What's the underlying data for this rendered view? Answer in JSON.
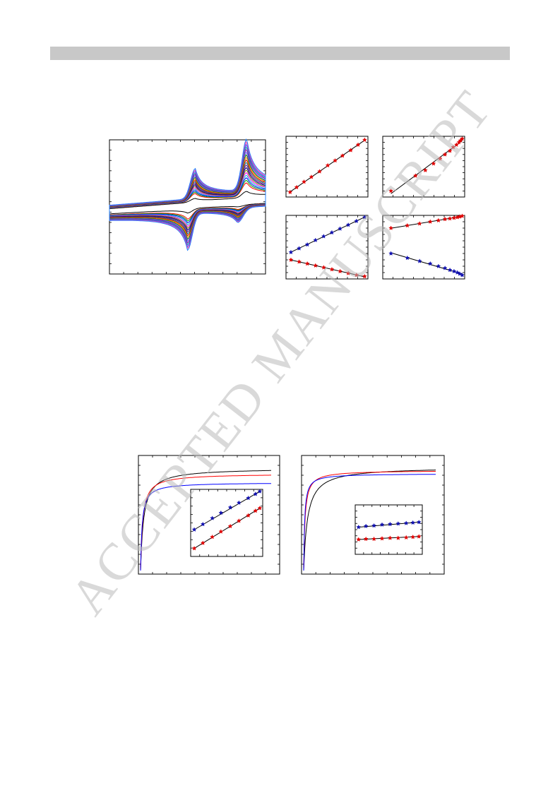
{
  "watermark": "ACCEPTED MANUSCRIPT",
  "colors": {
    "frame": "#000000",
    "fit_line": "#000000",
    "red": "#ff0000",
    "blue": "#0000ff",
    "marker_red": "#e00000",
    "marker_blue": "#1010b0",
    "cv_palette": [
      "#000000",
      "#ff0000",
      "#00a000",
      "#0000ff",
      "#00cccc",
      "#ff00ff",
      "#808000",
      "#000080",
      "#800080",
      "#008080",
      "#c00000",
      "#ff8000",
      "#008000",
      "#6060ff",
      "#a000a0",
      "#00a0a0",
      "#4040ff",
      "#ff40a0",
      "#2080ff"
    ]
  },
  "chart_data": [
    {
      "id": "cv-voltammograms",
      "type": "line",
      "series_count": 19,
      "x": {
        "range": [
          -0.1,
          0.9
        ]
      },
      "y": {
        "range": [
          -1.0,
          1.0
        ]
      },
      "peaks": {
        "anodic_1": 0.45,
        "anodic_2": 0.78,
        "cathodic_1": 0.4,
        "cathodic_2": 0.72
      },
      "grid": false
    },
    {
      "id": "linear-fit-a",
      "type": "scatter",
      "series": [
        {
          "color": "red",
          "marker": "star",
          "x": [
            0.05,
            0.13,
            0.22,
            0.31,
            0.41,
            0.51,
            0.6,
            0.69,
            0.79,
            0.88,
            0.96
          ],
          "y": [
            0.08,
            0.16,
            0.25,
            0.33,
            0.42,
            0.52,
            0.6,
            0.68,
            0.77,
            0.86,
            0.94
          ]
        }
      ],
      "fit": [
        [
          0.05,
          0.07
        ],
        [
          0.96,
          0.95
        ]
      ]
    },
    {
      "id": "linear-fit-b",
      "type": "scatter",
      "series": [
        {
          "color": "red",
          "marker": "star",
          "x": [
            0.1,
            0.4,
            0.52,
            0.62,
            0.7,
            0.76,
            0.82,
            0.86,
            0.9,
            0.93,
            0.95,
            0.97
          ],
          "y": [
            0.1,
            0.35,
            0.44,
            0.55,
            0.63,
            0.7,
            0.76,
            0.82,
            0.86,
            0.9,
            0.93,
            0.96
          ]
        }
      ],
      "fit": [
        [
          0.15,
          0.12
        ],
        [
          0.95,
          0.95
        ]
      ]
    },
    {
      "id": "two-series-fit-a",
      "type": "scatter",
      "series": [
        {
          "color": "blue",
          "marker": "star",
          "x": [
            0.06,
            0.16,
            0.26,
            0.36,
            0.46,
            0.56,
            0.66,
            0.76,
            0.86,
            0.96
          ],
          "y": [
            0.42,
            0.48,
            0.54,
            0.61,
            0.67,
            0.73,
            0.79,
            0.85,
            0.91,
            0.97
          ]
        },
        {
          "color": "red",
          "marker": "star",
          "x": [
            0.06,
            0.16,
            0.26,
            0.36,
            0.46,
            0.56,
            0.66,
            0.76,
            0.86,
            0.96
          ],
          "y": [
            0.3,
            0.27,
            0.24,
            0.21,
            0.18,
            0.15,
            0.12,
            0.09,
            0.06,
            0.04
          ]
        }
      ]
    },
    {
      "id": "two-series-fit-b",
      "type": "scatter",
      "series": [
        {
          "color": "red",
          "marker": "star",
          "x": [
            0.1,
            0.3,
            0.45,
            0.58,
            0.68,
            0.76,
            0.82,
            0.87,
            0.91,
            0.94,
            0.97
          ],
          "y": [
            0.8,
            0.84,
            0.87,
            0.9,
            0.92,
            0.94,
            0.95,
            0.96,
            0.97,
            0.98,
            0.99
          ]
        },
        {
          "color": "blue",
          "marker": "star",
          "x": [
            0.1,
            0.3,
            0.45,
            0.58,
            0.68,
            0.76,
            0.82,
            0.87,
            0.91,
            0.94,
            0.97
          ],
          "y": [
            0.4,
            0.33,
            0.28,
            0.24,
            0.2,
            0.17,
            0.14,
            0.12,
            0.1,
            0.08,
            0.06
          ]
        }
      ]
    },
    {
      "id": "kinetics-left",
      "type": "line",
      "series": [
        {
          "color": "black",
          "plateau": 0.93,
          "k": 0.015
        },
        {
          "color": "red",
          "plateau": 0.88,
          "k": 0.022
        },
        {
          "color": "blue",
          "plateau": 0.8,
          "k": 0.03
        }
      ],
      "inset": {
        "series": [
          {
            "color": "blue",
            "marker": "star",
            "x": [
              0.05,
              0.17,
              0.3,
              0.42,
              0.55,
              0.67,
              0.8,
              0.9,
              0.96
            ],
            "y": [
              0.4,
              0.48,
              0.57,
              0.65,
              0.73,
              0.8,
              0.87,
              0.93,
              0.97
            ]
          },
          {
            "color": "red",
            "marker": "star",
            "x": [
              0.05,
              0.17,
              0.3,
              0.42,
              0.55,
              0.67,
              0.8,
              0.9,
              0.96
            ],
            "y": [
              0.12,
              0.2,
              0.29,
              0.37,
              0.45,
              0.53,
              0.61,
              0.68,
              0.72
            ]
          }
        ]
      }
    },
    {
      "id": "kinetics-right",
      "type": "line",
      "series": [
        {
          "color": "black",
          "plateau": 0.94,
          "k": 0.012
        },
        {
          "color": "red",
          "plateau": 0.91,
          "k": 0.035
        },
        {
          "color": "blue",
          "plateau": 0.88,
          "k": 0.05
        }
      ],
      "inset": {
        "series": [
          {
            "color": "blue",
            "marker": "star",
            "x": [
              0.05,
              0.16,
              0.28,
              0.4,
              0.52,
              0.64,
              0.76,
              0.86,
              0.95
            ],
            "y": [
              0.55,
              0.57,
              0.58,
              0.6,
              0.61,
              0.62,
              0.63,
              0.64,
              0.65
            ]
          },
          {
            "color": "red",
            "marker": "star",
            "x": [
              0.05,
              0.16,
              0.28,
              0.4,
              0.52,
              0.64,
              0.76,
              0.86,
              0.95
            ],
            "y": [
              0.3,
              0.31,
              0.31,
              0.32,
              0.33,
              0.33,
              0.34,
              0.35,
              0.36
            ]
          }
        ]
      }
    }
  ]
}
